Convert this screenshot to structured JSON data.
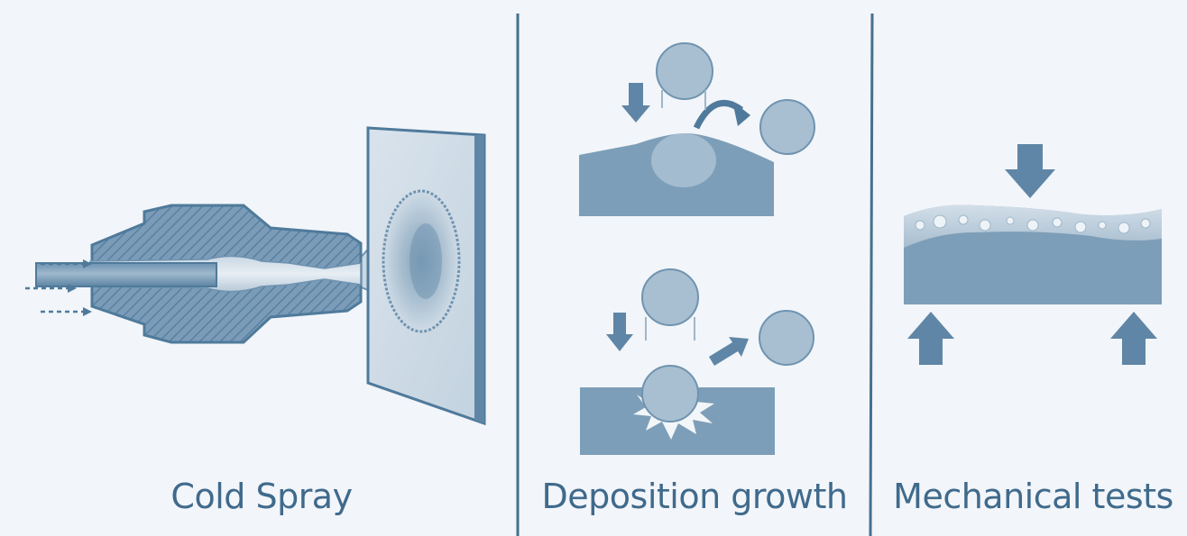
{
  "panels": {
    "cold_spray": {
      "label": "Cold Spray"
    },
    "deposition": {
      "label": "Deposition growth"
    },
    "mechanical": {
      "label": "Mechanical tests"
    }
  },
  "colors": {
    "background": "#f2f5f9",
    "ink": "#4f7a9b",
    "fill": "#7d9eb8",
    "fill_dark": "#5f86a6",
    "particle": "#a8bfd1",
    "particle_stroke": "#6f93b0",
    "text": "#3f6a8c",
    "divider": "#46708f"
  }
}
